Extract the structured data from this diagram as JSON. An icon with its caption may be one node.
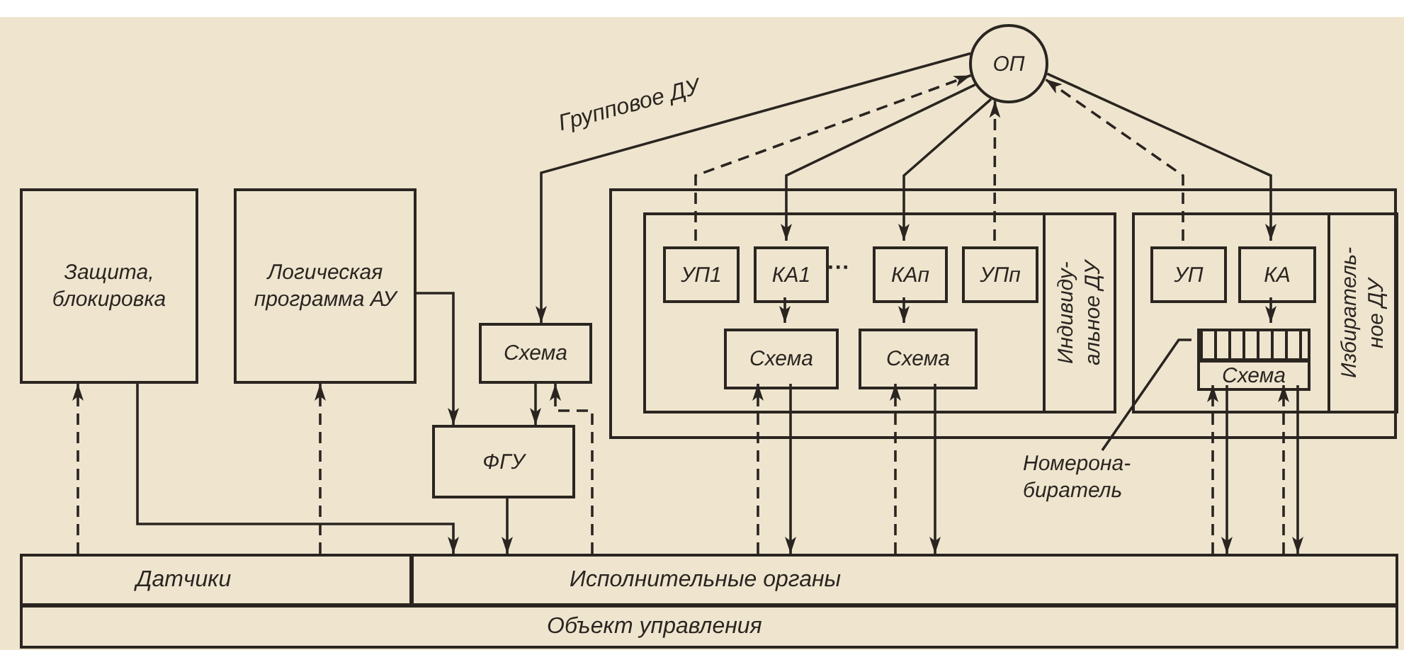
{
  "diagram": {
    "nodes": [
      {
        "text": [
          "ОП"
        ]
      },
      {
        "text": [
          "Защита, блокировка"
        ]
      },
      {
        "text": [
          "Логическая программа АУ"
        ]
      },
      {
        "text": [
          "Схема"
        ]
      },
      {
        "text": [],
        "shape": "box"
      },
      {
        "text": [
          "Индивиду- альное ДУ"
        ],
        "in": 4
      },
      {
        "text": [
          "УП1"
        ],
        "in": 5
      },
      {
        "text": [
          "КА1"
        ],
        "in": 5
      },
      {
        "text": [
          "КАп"
        ],
        "in": 5
      },
      {
        "text": [
          "УПп"
        ],
        "in": 5
      },
      {
        "text": [
          "Схема"
        ],
        "in": 5
      },
      {
        "text": [
          "Схема"
        ],
        "in": 5
      },
      {
        "text": [
          "Избиратель- ное ДУ"
        ],
        "in": 4
      },
      {
        "text": [
          "УП"
        ],
        "in": 12
      },
      {
        "text": [
          "КА"
        ],
        "in": 12
      },
      {
        "text": [],
        "shape": "bar",
        "in": 12
      },
      {
        "text": [
          "Схема"
        ],
        "in": 12
      },
      {
        "text": [
          "ФГУ"
        ]
      },
      {
        "text": [
          "Номерона- биратель"
        ]
      },
      {
        "text": [
          "Датчики"
        ]
      },
      {
        "text": [
          "Исполнительные органы"
        ]
      },
      {
        "text": [
          "Объект управления"
        ]
      }
    ],
    "edges": [
      {
        "from": 0,
        "to": 3,
        "arrow": "to",
        "label": "Групповое ДУ"
      },
      {
        "from": 6,
        "to": 0,
        "arrow": "to",
        "style": "dashed"
      },
      {
        "from": 0,
        "to": 7,
        "arrow": "to"
      },
      {
        "from": 0,
        "to": 8,
        "arrow": "to"
      },
      {
        "from": 9,
        "to": 0,
        "arrow": "to",
        "style": "dashed"
      },
      {
        "from": 13,
        "to": 0,
        "arrow": "to",
        "style": "dashed"
      },
      {
        "from": 0,
        "to": 14,
        "arrow": "to"
      },
      {
        "from": 7,
        "to": 10,
        "arrow": "to"
      },
      {
        "from": 8,
        "to": 11,
        "arrow": "to"
      },
      {
        "from": 14,
        "to": 15,
        "arrow": "to"
      },
      {
        "from": 2,
        "to": 17,
        "arrow": "to"
      },
      {
        "from": 3,
        "to": 17,
        "arrow": "to"
      },
      {
        "from": 17,
        "to": 20,
        "arrow": "to"
      },
      {
        "from": 1,
        "to": 20,
        "arrow": "to"
      },
      {
        "from": 19,
        "to": 1,
        "arrow": "to",
        "style": "dashed"
      },
      {
        "from": 19,
        "to": 2,
        "arrow": "to",
        "style": "dashed"
      },
      {
        "from": 20,
        "to": 3,
        "arrow": "to",
        "style": "dashed"
      },
      {
        "from": 20,
        "to": 10,
        "arrow": "to",
        "style": "dashed"
      },
      {
        "from": 10,
        "to": 20,
        "arrow": "to"
      },
      {
        "from": 20,
        "to": 11,
        "arrow": "to",
        "style": "dashed"
      },
      {
        "from": 11,
        "to": 20,
        "arrow": "to"
      },
      {
        "from": 20,
        "to": 16,
        "arrow": "to",
        "style": "dashed"
      },
      {
        "from": 16,
        "to": 20,
        "arrow": "to"
      },
      {
        "from": 20,
        "to": 16,
        "arrow": "to",
        "style": "dashed"
      },
      {
        "from": 16,
        "to": 20,
        "arrow": "to"
      },
      {
        "from": 18,
        "to": 15,
        "arrow": "none"
      }
    ],
    "labels": [
      "···"
    ]
  }
}
